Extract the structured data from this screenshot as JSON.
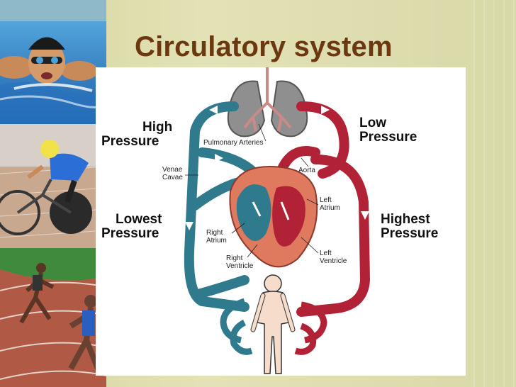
{
  "slide": {
    "title": "Circulatory system"
  },
  "diagram": {
    "pressure_labels": {
      "high": [
        "High",
        "Pressure"
      ],
      "low": [
        "Low",
        "Pressure"
      ],
      "lowest": [
        "Lowest",
        "Pressure"
      ],
      "highest": [
        "Highest",
        "Pressure"
      ]
    },
    "anatomy_labels": {
      "pulmonary_arteries": "Pulmonary Arteries",
      "aorta": "Aorta",
      "venae_cavae": [
        "Venae",
        "Cavae"
      ],
      "left_atrium": [
        "Left",
        "Atrium"
      ],
      "right_atrium": [
        "Right",
        "Atrium"
      ],
      "right_ventricle": [
        "Right",
        "Ventricle"
      ],
      "left_ventricle": [
        "Left",
        "Ventricle"
      ]
    },
    "colors": {
      "deoxygenated": "#2f7a8c",
      "oxygenated": "#b22236",
      "heart": "#e07a5f",
      "lungs": "#8f8f8f",
      "body": "#f6dccb"
    }
  }
}
